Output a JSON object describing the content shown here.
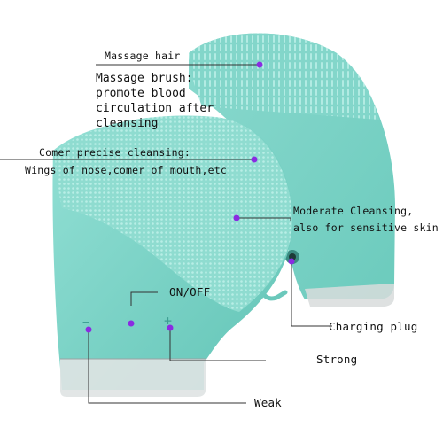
{
  "labels": {
    "massage_hair": "Massage hair",
    "massage_brush_lines": [
      "Massage brush:",
      "promote blood",
      "circulation after",
      "cleansing"
    ],
    "corner_cleansing": "Comer precise cleansing:",
    "wings": "Wings of nose,comer of mouth,etc",
    "moderate_line1": "Moderate Cleansing,",
    "moderate_line2": "also for sensitive skin",
    "on_off": "ON/OFF",
    "charging_plug": "Charging plug",
    "strong": "Strong",
    "weak": "Weak"
  },
  "device_buttons": {
    "minus": "−",
    "plus": "+"
  },
  "colors": {
    "body": "#7fd6c9",
    "body_dark": "#5cbfb2",
    "bristle_fill": "#9fe2d8",
    "marker": "#8a2be2",
    "leader": "#333333",
    "rim": "#d8dcdc"
  }
}
